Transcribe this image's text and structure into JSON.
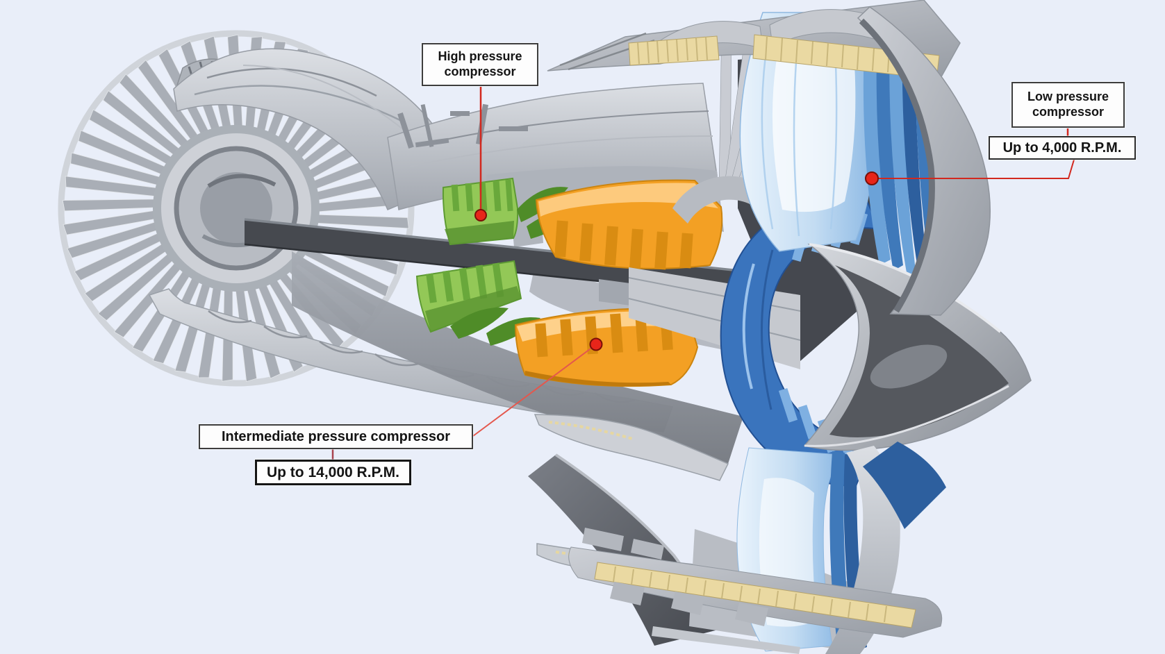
{
  "scene": {
    "description": "Cutaway illustration of a three-spool turbofan jet engine"
  },
  "callouts": {
    "high_pressure": {
      "label": "High pressure compressor"
    },
    "low_pressure": {
      "label": "Low pressure compressor",
      "rpm": "Up to 4,000 R.P.M."
    },
    "intermediate_pressure": {
      "label": "Intermediate pressure compressor",
      "rpm": "Up to 14,000 R.P.M."
    }
  },
  "colors": {
    "background": "#e9eef9",
    "callout_red": "#e8251a",
    "hp_compressor_green": "#93c857",
    "ip_compressor_orange": "#f3a024",
    "lp_compressor_blue": "#3a74bd",
    "metal_gray": "#b4b8c0",
    "honeycomb_cream": "#ead9a2"
  }
}
